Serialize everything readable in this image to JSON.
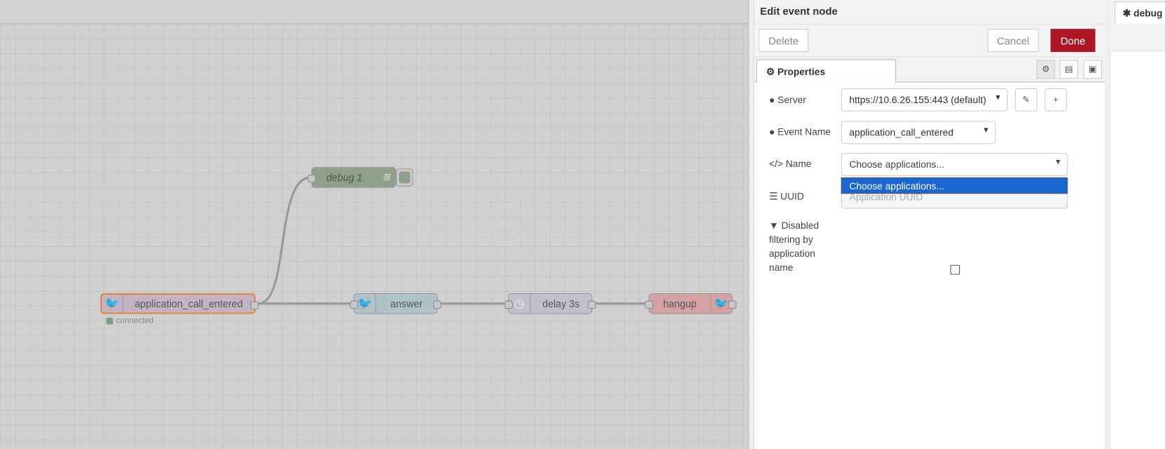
{
  "canvas": {
    "nodes": [
      {
        "label": "application_call_entered",
        "status": "connected"
      },
      {
        "label": "debug 1"
      },
      {
        "label": "answer"
      },
      {
        "label": "delay 3s"
      },
      {
        "label": "hangup"
      }
    ]
  },
  "tray": {
    "title": "Edit event node",
    "delete": "Delete",
    "cancel": "Cancel",
    "done": "Done",
    "tab": "Properties",
    "fields": {
      "server_label": "Server",
      "server_value": "https://10.6.26.155:443 (default)",
      "event_label": "Event Name",
      "event_value": "application_call_entered",
      "name_label": "Name",
      "name_value": "Choose applications...",
      "dropdown_option": "Choose applications...",
      "uuid_label": "UUID",
      "uuid_placeholder": "Application UUID",
      "filter_label": "Disabled filtering by application name"
    }
  },
  "sidebar": {
    "tab": "debug"
  },
  "colors": {
    "done": "#ad1625",
    "highlight": "#1a66d3"
  }
}
